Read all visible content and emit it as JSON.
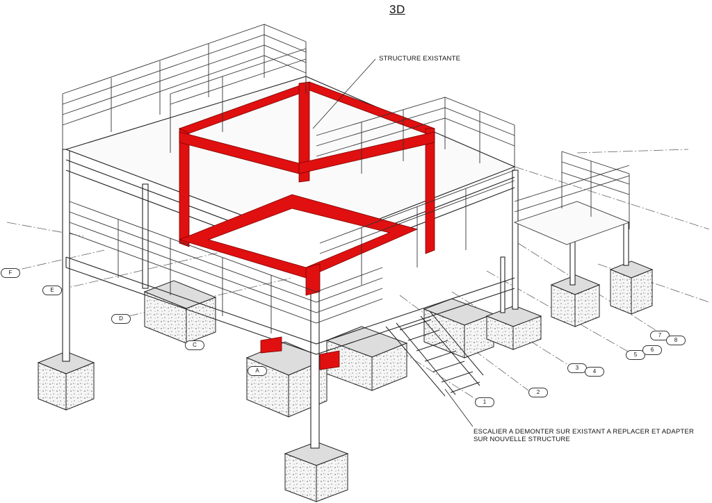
{
  "drawing": {
    "title": "3D",
    "notes": {
      "existing_structure": "STRUCTURE EXISTANTE",
      "stair": "ESCALIER  A DEMONTER SUR EXISTANT  A REPLACER ET ADAPTER SUR NOUVELLE STRUCTURE"
    },
    "grid_letters": [
      "F",
      "E",
      "D",
      "C",
      "A"
    ],
    "grid_numbers": [
      "1",
      "2",
      "3",
      "4",
      "5",
      "6",
      "7",
      "8"
    ],
    "colors": {
      "existing_structure": "#e01010",
      "new_structure": "#222222",
      "concrete": "#f2f2f2",
      "axis_line": "#555555"
    }
  }
}
